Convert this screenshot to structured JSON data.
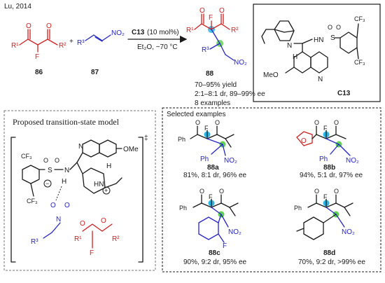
{
  "header": {
    "citation": "Lu, 2014"
  },
  "reaction": {
    "reactant1_label": "86",
    "reactant2_label": "87",
    "product_label": "88",
    "plus": "+",
    "catalyst": "C13",
    "loading": "(10 mol%)",
    "conditions": "Et₂O, −70 °C",
    "results": [
      "70–95% yield",
      "2:1–8:1 dr, 89–99% ee",
      "8 examples"
    ]
  },
  "catalyst_box": {
    "label": "C13",
    "methoxy": "MeO",
    "cf3_top": "CF₃",
    "cf3_bottom": "CF₃"
  },
  "ts_panel": {
    "title": "Proposed transition-state model",
    "ddagger": "‡",
    "methoxy": "OMe"
  },
  "examples_panel": {
    "title": "Selected examples",
    "items": [
      {
        "label": "88a",
        "result": "81%, 8:1 dr, 96% ee",
        "aryl": "Ph"
      },
      {
        "label": "88b",
        "result": "94%, 5:1 dr, 97% ee",
        "aryl": "Ph"
      },
      {
        "label": "88c",
        "result": "90%, 9:2 dr, 95% ee",
        "aryl": "Ph"
      },
      {
        "label": "88d",
        "result": "70%, 9:2 dr, >99% ee",
        "aryl": "Ph"
      }
    ]
  },
  "atoms": {
    "O": "O",
    "F": "F",
    "N": "N",
    "H": "H",
    "S": "S",
    "HN": "HN",
    "NO2": "NO₂",
    "R1": "R¹",
    "R2": "R²",
    "R3": "R³",
    "CF3": "CF₃",
    "Ph": "Ph"
  },
  "colors": {
    "ketone": "#d21f1f",
    "nitroalkene": "#2424c8",
    "stereocenter_fluorine": "#29b6e8",
    "stereocenter_nitro": "#5fd34d"
  }
}
